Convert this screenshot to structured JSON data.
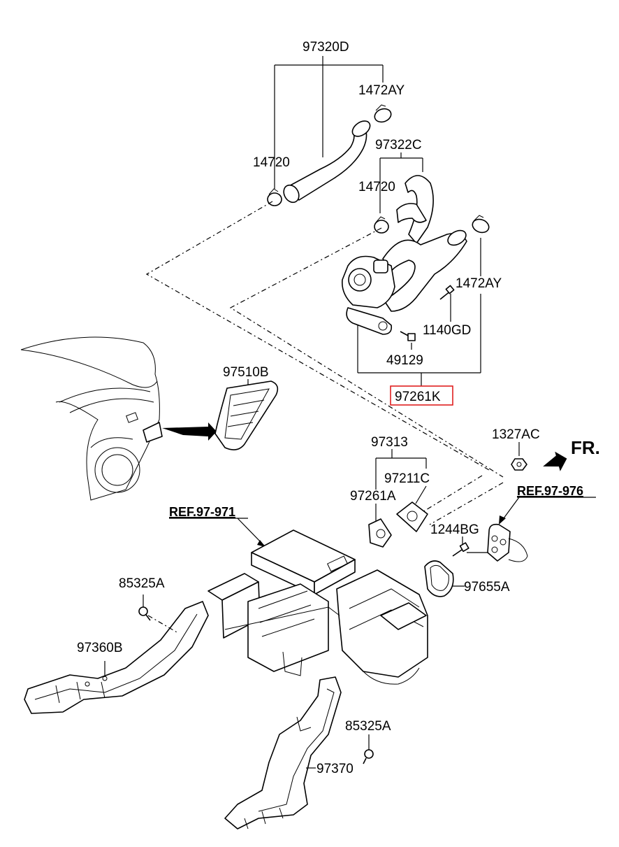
{
  "labels": {
    "p97320D": "97320D",
    "p1472AY_top": "1472AY",
    "p14720_a": "14720",
    "p97322C": "97322C",
    "p14720_b": "14720",
    "p1472AY_right": "1472AY",
    "p1140GD": "1140GD",
    "p49129": "49129",
    "p97261K": "97261K",
    "p97510B": "97510B",
    "p1327AC": "1327AC",
    "fr": "FR.",
    "p97313": "97313",
    "p97211C": "97211C",
    "p97261A": "97261A",
    "ref_971": "REF.97-971",
    "ref_976": "REF.97-976",
    "p1244BG": "1244BG",
    "p97655A": "97655A",
    "p85325A_left": "85325A",
    "p97360B": "97360B",
    "p85325A_bottom": "85325A",
    "p97370": "97370"
  },
  "highlight": {
    "part": "97261K",
    "color": "#e02020"
  },
  "icons": {
    "front_arrow": "front-direction-arrow-icon"
  }
}
